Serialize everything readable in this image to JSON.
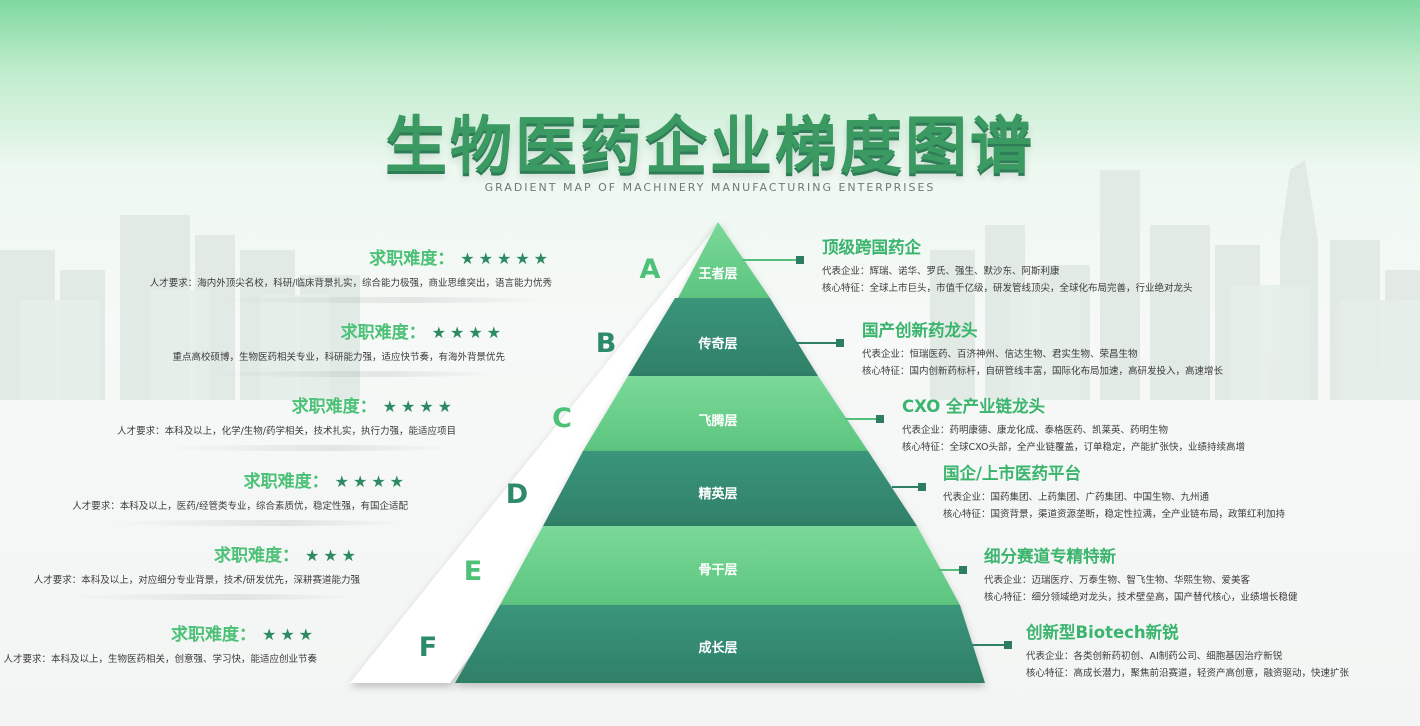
{
  "title": "生物医药企业梯度图谱",
  "subtitle": "GRADIENT MAP OF MACHINERY MANUFACTURING ENTERPRISES",
  "colors": {
    "light_green": "#63cd83",
    "dark_teal": "#33876f",
    "title_green": "#3a9a62",
    "star_green": "#2e8a63"
  },
  "tiers": [
    {
      "letter": "A",
      "name": "王者层",
      "color": "light",
      "difficulty_label": "求职难度：",
      "stars": "★★★★★",
      "requirement": "人才要求：海内外顶尖名校，科研/临床背景扎实，综合能力极强，商业思维突出，语言能力优秀",
      "category": "顶级跨国药企",
      "companies": "代表企业：辉瑞、诺华、罗氏、强生、默沙东、阿斯利康",
      "features": "核心特征：全球上市巨头，市值千亿级，研发管线顶尖，全球化布局完善，行业绝对龙头"
    },
    {
      "letter": "B",
      "name": "传奇层",
      "color": "dark",
      "difficulty_label": "求职难度：",
      "stars": "★★★★",
      "requirement": "重点高校硕博，生物医药相关专业，科研能力强，适应快节奏，有海外背景优先",
      "category": "国产创新药龙头",
      "companies": "代表企业：恒瑞医药、百济神州、信达生物、君实生物、荣昌生物",
      "features": "核心特征：国内创新药标杆，自研管线丰富，国际化布局加速，高研发投入，高速增长"
    },
    {
      "letter": "C",
      "name": "飞腾层",
      "color": "light",
      "difficulty_label": "求职难度：",
      "stars": "★★★★",
      "requirement": "人才要求：本科及以上，化学/生物/药学相关，技术扎实，执行力强，能适应项目",
      "category": "CXO 全产业链龙头",
      "companies": "代表企业：药明康德、康龙化成、泰格医药、凯莱英、药明生物",
      "features": "核心特征：全球CXO头部，全产业链覆盖，订单稳定，产能扩张快，业绩持续高增"
    },
    {
      "letter": "D",
      "name": "精英层",
      "color": "dark",
      "difficulty_label": "求职难度：",
      "stars": "★★★★",
      "requirement": "人才要求：本科及以上，医药/经管类专业，综合素质优，稳定性强，有国企适配",
      "category": "国企/上市医药平台",
      "companies": "代表企业：国药集团、上药集团、广药集团、中国生物、九州通",
      "features": "核心特征：国资背景，渠道资源垄断，稳定性拉满，全产业链布局，政策红利加持"
    },
    {
      "letter": "E",
      "name": "骨干层",
      "color": "light",
      "difficulty_label": "求职难度：",
      "stars": "★★★",
      "requirement": "人才要求：本科及以上，对应细分专业背景，技术/研发优先，深耕赛道能力强",
      "category": "细分赛道专精特新",
      "companies": "代表企业：迈瑞医疗、万泰生物、智飞生物、华熙生物、爱美客",
      "features": "核心特征：细分领域绝对龙头，技术壁垒高，国产替代核心，业绩增长稳健"
    },
    {
      "letter": "F",
      "name": "成长层",
      "color": "dark",
      "difficulty_label": "求职难度：",
      "stars": "★★★",
      "requirement": "人才要求：本科及以上，生物医药相关，创意强、学习快，能适应创业节奏",
      "category": "创新型Biotech新锐",
      "companies": "代表企业：各类创新药初创、AI制药公司、细胞基因治疗新锐",
      "features": "核心特征：高成长潜力，聚焦前沿赛道，轻资产高创意，融资驱动，快速扩张"
    }
  ]
}
